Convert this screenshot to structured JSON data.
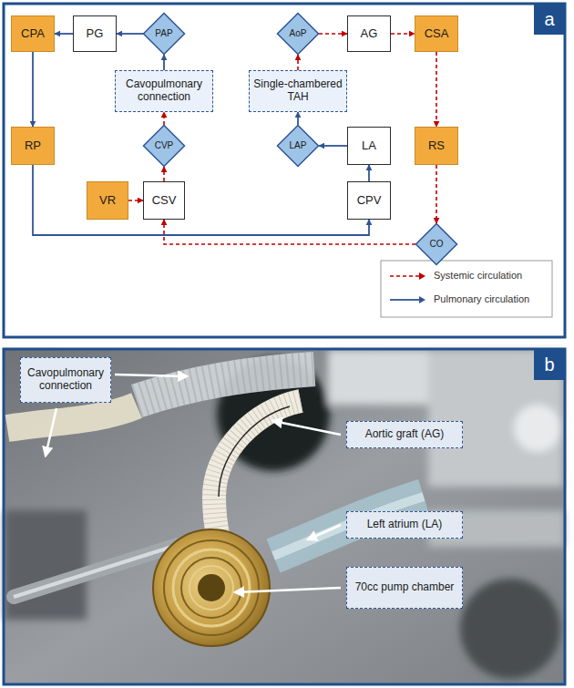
{
  "diagram": {
    "nodes": [
      {
        "text": [
          "CPA"
        ]
      },
      {
        "text": [
          "PG"
        ]
      },
      {
        "text": [
          "PAP"
        ]
      },
      {
        "text": [
          "AoP"
        ]
      },
      {
        "text": [
          "AG"
        ]
      },
      {
        "text": [
          "CSA"
        ]
      },
      {
        "text": [
          "Cavopulmonary connection"
        ]
      },
      {
        "text": [
          "Single-chambered TAH"
        ]
      },
      {
        "text": [
          "RP"
        ]
      },
      {
        "text": [
          "CVP"
        ]
      },
      {
        "text": [
          "LAP"
        ]
      },
      {
        "text": [
          "LA"
        ]
      },
      {
        "text": [
          "RS"
        ]
      },
      {
        "text": [
          "VR"
        ]
      },
      {
        "text": [
          "CSV"
        ]
      },
      {
        "text": [
          "CPV"
        ]
      },
      {
        "text": [
          "CO"
        ]
      },
      {
        "text": [
          "Cavopulmonary connection"
        ]
      },
      {
        "text": [
          "Aortic graft (AG)"
        ]
      },
      {
        "text": [
          "Left atrium (LA)"
        ]
      },
      {
        "text": [
          "70cc pump chamber"
        ]
      }
    ],
    "edges": [
      {
        "from": 2,
        "to": 1,
        "arrow": "to"
      },
      {
        "from": 1,
        "to": 0,
        "arrow": "to"
      },
      {
        "from": 0,
        "to": 8,
        "arrow": "to"
      },
      {
        "from": 8,
        "to": 15,
        "arrow": "to"
      },
      {
        "from": 6,
        "to": 2,
        "arrow": "to"
      },
      {
        "from": 9,
        "to": 6,
        "arrow": "to"
      },
      {
        "from": 14,
        "to": 9,
        "arrow": "to"
      },
      {
        "from": 13,
        "to": 14,
        "arrow": "to"
      },
      {
        "from": 15,
        "to": 11,
        "arrow": "to"
      },
      {
        "from": 11,
        "to": 10,
        "arrow": "to"
      },
      {
        "from": 10,
        "to": 7,
        "arrow": "to"
      },
      {
        "from": 7,
        "to": 3,
        "arrow": "to"
      },
      {
        "from": 3,
        "to": 4,
        "arrow": "to"
      },
      {
        "from": 4,
        "to": 5,
        "arrow": "to"
      },
      {
        "from": 5,
        "to": 12,
        "arrow": "to"
      },
      {
        "from": 12,
        "to": 16,
        "arrow": "to"
      },
      {
        "from": 16,
        "to": 14,
        "arrow": "to"
      }
    ],
    "labels": [
      "a",
      "b"
    ],
    "legend": [
      {
        "text": "Systemic circulation"
      },
      {
        "text": "Pulmonary circulation"
      }
    ]
  }
}
